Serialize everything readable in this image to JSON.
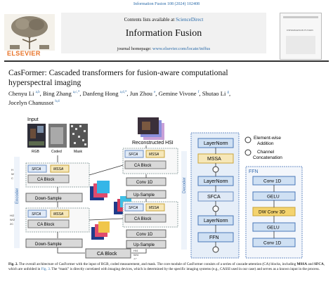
{
  "journal_ref": "Information Fusion 108 (2024) 102408",
  "header": {
    "contents_prefix": "Contents lists available at",
    "contents_link": "ScienceDirect",
    "journal_name": "Information Fusion",
    "homepage_prefix": "journal homepage:",
    "homepage_link": "www.elsevier.com/locate/inffus",
    "publisher": "ELSEVIER",
    "cover_title": "INFORMATION FUSION"
  },
  "article": {
    "title_line1": "CasFormer: Cascaded transformers for fusion-aware computational",
    "title_line2": "hyperspectral imaging",
    "authors_line1": [
      {
        "name": "Chenyu Li",
        "sup": "a,b"
      },
      {
        "name": "Bing Zhang",
        "sup": "a,c,*"
      },
      {
        "name": "Danfeng Hong",
        "sup": "a,d,*"
      },
      {
        "name": "Jun Zhou",
        "sup": "e"
      },
      {
        "name": "Gemine Vivone",
        "sup": "f"
      },
      {
        "name": "Shutao Li",
        "sup": "g"
      }
    ],
    "authors_line2": [
      {
        "name": "Jocelyn Chanussot",
        "sup": "h,d"
      }
    ]
  },
  "figure": {
    "input_label": "Input",
    "rgb_label": "RGB",
    "coded_label": "Coded",
    "mask_label": "Mask",
    "recon_label": "Reconstructed HSI",
    "encoder_label": "Encoder",
    "decoder_label": "Decoder",
    "sfca": "SFCA",
    "mssa": "MSSA",
    "ca_block": "CA Block",
    "down_sample": "Down-Sample",
    "up_sample": "Up-Sample",
    "conv1d": "Conv 1D",
    "layernorm": "LayerNorm",
    "ffn": "FFN",
    "legend_add": "Element-wise",
    "legend_add2": "Addition",
    "legend_concat": "Channel",
    "legend_concat2": "Concatenation",
    "ffn_title": "FFN",
    "ffn_steps": [
      "Conv 1D",
      "GELU",
      "DW Conv 3D",
      "GELU",
      "Conv 1D"
    ],
    "dims": [
      "H",
      "W",
      "C",
      "H/2",
      "W/2",
      "2C",
      "H/4",
      "W/4",
      "4C"
    ]
  },
  "caption": {
    "prefix": "Fig. 2.",
    "text1": "The overall architecture of CasFormer with the input of RGB, coded measurement, and mask. The core module of CasFormer consists of a series of cascade-attention (CA)",
    "text2_a": "blocks, including",
    "text2_b1": "MSSA",
    "text2_c": "and",
    "text2_b2": "SFCA",
    "text2_d": ", which are unfolded in",
    "text2_link": "Fig. 3",
    "text2_e": ". The “mask” is directly correlated with imaging devices, which is determined by the specific imaging systems",
    "text3": "(e.g., CASSI used in our case) and serves as a known input in the process."
  },
  "colors": {
    "link": "#2a6aa8",
    "elsevier": "#e8742a",
    "sfca_fill": "#dfe9f6",
    "mssa_fill": "#f6e7b8",
    "ca_fill": "#d9d9d9",
    "decoder_bg": "#e6eef8",
    "ffn_yellow": "#f4d36e",
    "ffn_blue": "#cfe0f3"
  }
}
